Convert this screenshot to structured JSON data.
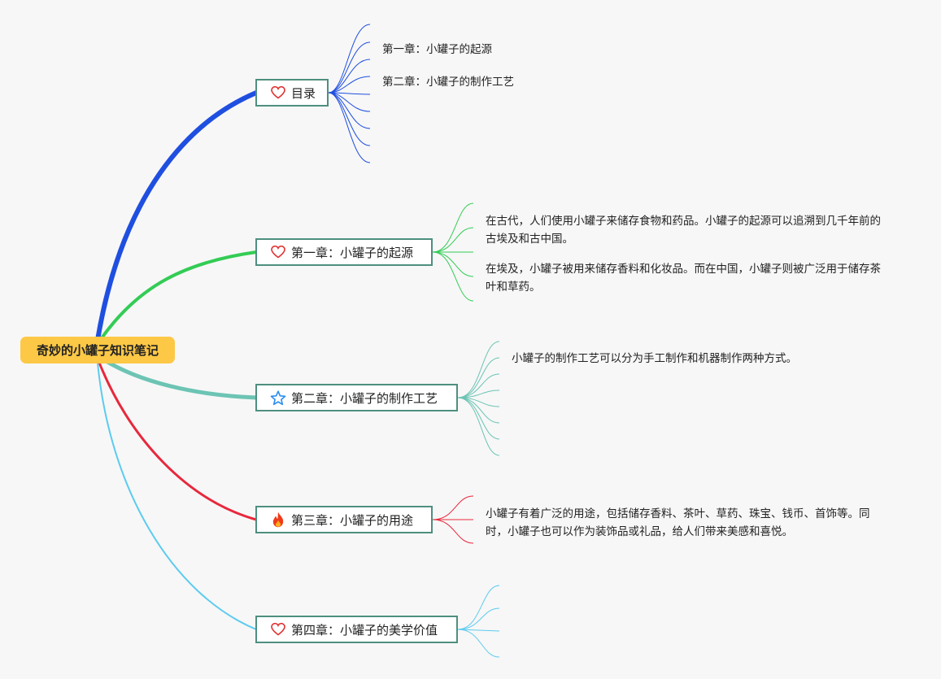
{
  "central_topic": "奇妙的小罐子知识笔记",
  "branches": [
    {
      "label": "目录",
      "icon": "heart-icon",
      "color": "#1f4fe0",
      "leaves": [
        "第一章：小罐子的起源",
        "第二章：小罐子的制作工艺"
      ]
    },
    {
      "label": "第一章：小罐子的起源",
      "icon": "heart-icon",
      "color": "#33cc55",
      "leaves": [
        "在古代，人们使用小罐子来储存食物和药品。小罐子的起源可以追溯到几千年前的古埃及和古中国。",
        "在埃及，小罐子被用来储存香料和化妆品。而在中国，小罐子则被广泛用于储存茶叶和草药。"
      ]
    },
    {
      "label": "第二章：小罐子的制作工艺",
      "icon": "star-icon",
      "color": "#6cc4b4",
      "leaves": [
        "小罐子的制作工艺可以分为手工制作和机器制作两种方式。"
      ]
    },
    {
      "label": "第三章：小罐子的用途",
      "icon": "fire-icon",
      "color": "#e8283c",
      "leaves": [
        "小罐子有着广泛的用途，包括储存香料、茶叶、草药、珠宝、钱币、首饰等。同时，小罐子也可以作为装饰品或礼品，给人们带来美感和喜悦。"
      ]
    },
    {
      "label": "第四章：小罐子的美学价值",
      "icon": "heart-icon",
      "color": "#5ccbef",
      "leaves": []
    }
  ]
}
